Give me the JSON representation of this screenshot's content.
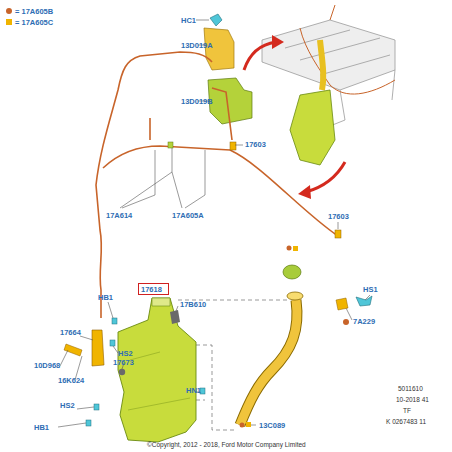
{
  "diagram": {
    "caption": "©Copyright, 2012 - 2018, Ford Motor Company Limited",
    "nodes": [
      {
        "text": [
          "17618"
        ]
      }
    ],
    "edges": [],
    "labels": [
      "HC1",
      "13D019A",
      "13D019B",
      "17603",
      "17A614",
      "17A605A",
      "17603",
      "HS1",
      "7A229",
      "HB1",
      "17B610",
      "17664",
      "HS2",
      "10D968",
      "17673",
      "16K624",
      "HN1",
      "HS2",
      "HB1",
      "13C089",
      "5011610",
      "10-2018 41",
      "TF",
      "K 0267483 11"
    ],
    "legend": [
      {
        "text": "= 17A605B",
        "color": "#c8642a"
      },
      {
        "text": "= 17A605C",
        "color": "#f0b400"
      }
    ]
  }
}
